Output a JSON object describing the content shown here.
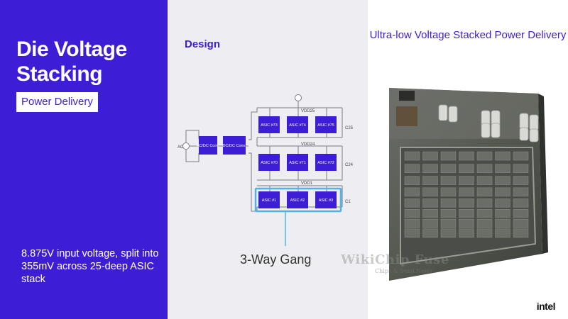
{
  "slide": {
    "title": "Die Voltage Stacking",
    "subtitle": "Power Delivery",
    "description": "8.875V input voltage, split into 355mV across 25-deep ASIC stack",
    "design_heading": "Design",
    "right_heading": "Ultra-low Voltage Stacked Power Delivery",
    "brand": "intel",
    "colors": {
      "accent": "#3d1ed6",
      "asic_fill": "#3d1ed6",
      "highlight": "#4fb3e8"
    }
  },
  "diagram": {
    "ac_label": "AC",
    "converters": [
      "AC/DC Conv.",
      "DC/DC Conv."
    ],
    "rails": [
      "VDD25",
      "VDD24",
      "VDD1"
    ],
    "caps": [
      "C25",
      "C24",
      "C1"
    ],
    "asic_rows": [
      [
        "ASIC #73",
        "ASIC #74",
        "ASIC #75"
      ],
      [
        "ASIC #70",
        "ASIC #71",
        "ASIC #72"
      ],
      [
        "ASIC #1",
        "ASIC #2",
        "ASIC #3"
      ]
    ],
    "gang_label": "3-Way Gang"
  },
  "watermark": {
    "title": "WikiChip Fuse",
    "subtitle": "Chips & Semi News"
  }
}
